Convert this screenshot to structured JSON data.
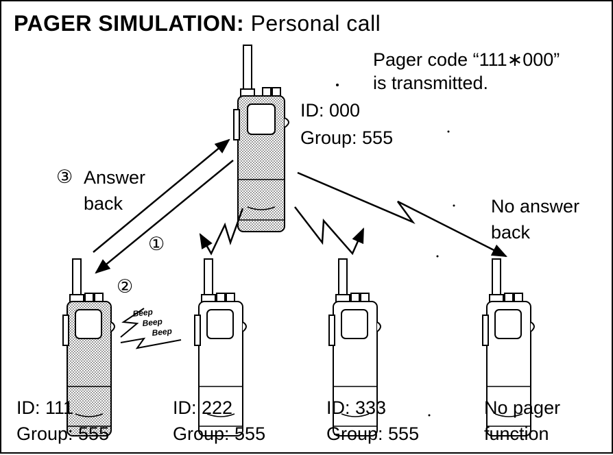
{
  "title": {
    "bold": "PAGER SIMULATION:",
    "normal": "Personal call"
  },
  "top_note": {
    "line1": "Pager code “111∗000”",
    "line2": "is transmitted."
  },
  "caller": {
    "id": "ID: 000",
    "group": "Group: 555"
  },
  "steps": {
    "step3_marker": "③",
    "step3_line1": "Answer",
    "step3_line2": "back",
    "step1_marker": "①",
    "step2_marker": "②"
  },
  "no_answer": {
    "line1": "No answer",
    "line2": "back"
  },
  "beep": {
    "b1": "Beep",
    "b2": "Beep",
    "b3": "Beep"
  },
  "receivers": [
    {
      "id": "ID: 111",
      "group": "Group: 555"
    },
    {
      "id": "ID: 222",
      "group": "Group: 555"
    },
    {
      "id": "ID: 333",
      "group": "Group: 555"
    },
    {
      "id": "No pager",
      "group": "function"
    }
  ]
}
